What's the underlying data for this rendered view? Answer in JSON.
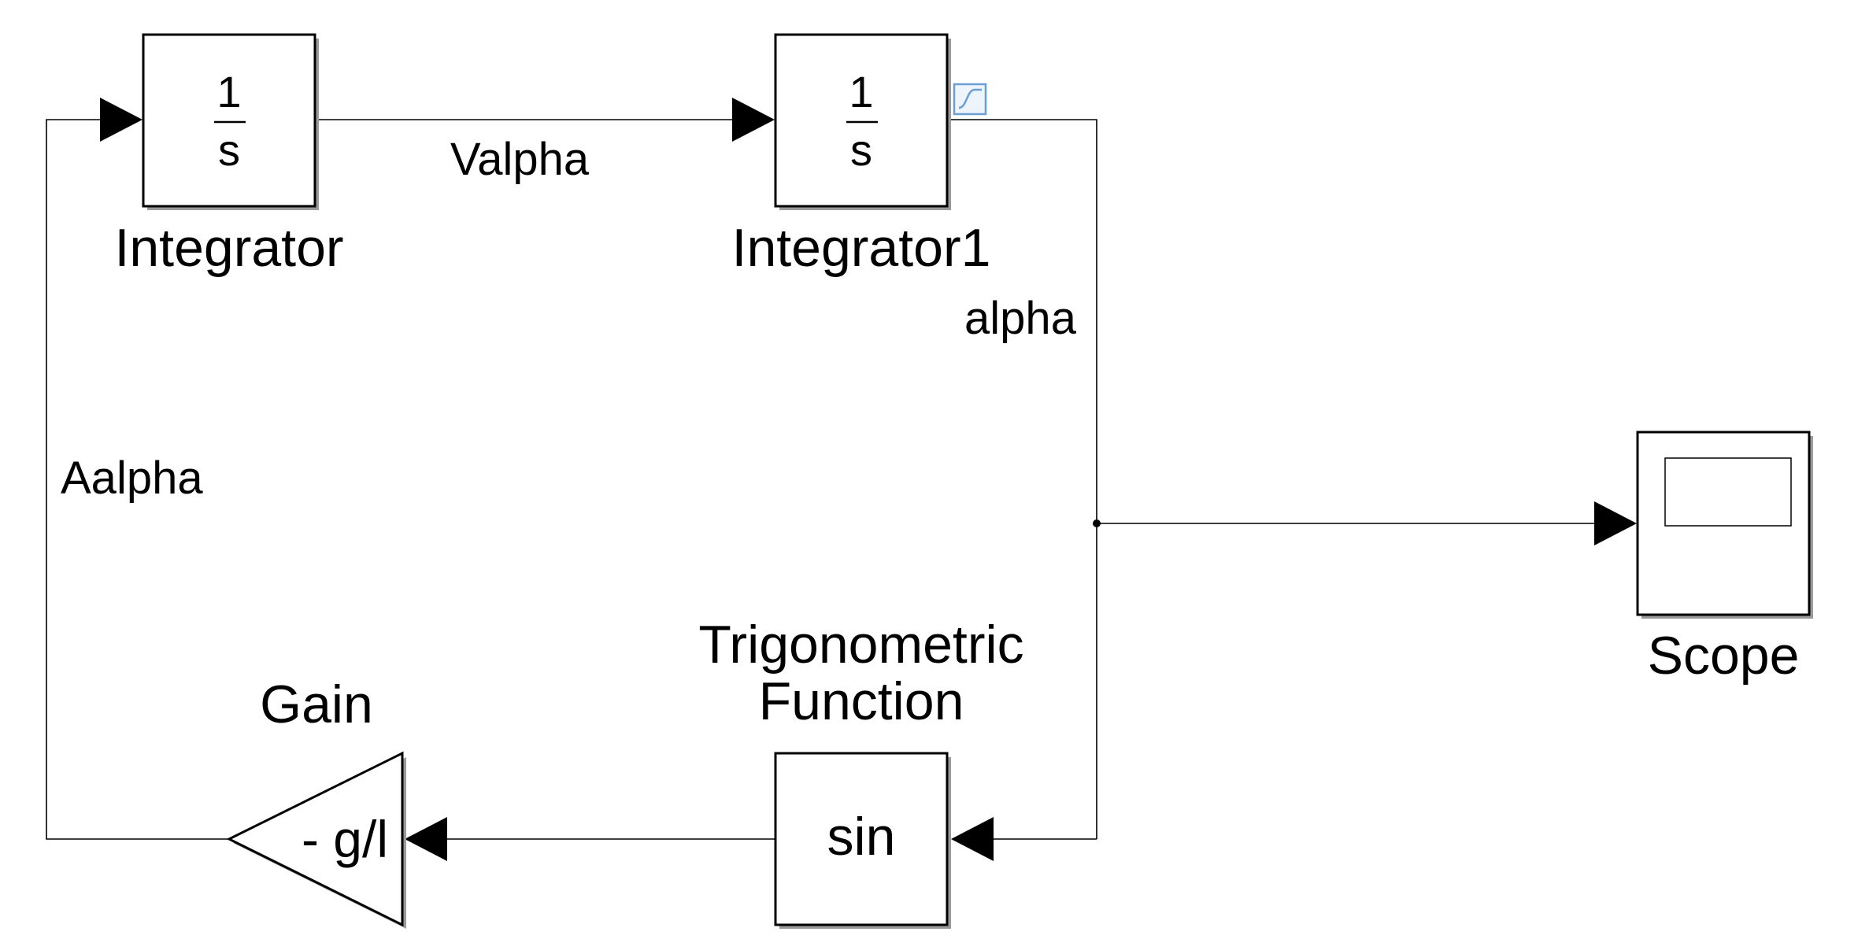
{
  "blocks": {
    "integrator": {
      "numerator": "1",
      "denominator": "s",
      "name": "Integrator"
    },
    "integrator1": {
      "numerator": "1",
      "denominator": "s",
      "name": "Integrator1"
    },
    "scope": {
      "name": "Scope"
    },
    "trig": {
      "fn": "sin",
      "name_line1": "Trigonometric",
      "name_line2": "Function"
    },
    "gain": {
      "value": "- g/l",
      "name": "Gain"
    }
  },
  "signals": {
    "valpha": "Valpha",
    "alpha": "alpha",
    "aalpha": "Aalpha"
  },
  "colors": {
    "line": "#000000",
    "background": "#ffffff",
    "logging_badge": "#6a9fd4"
  },
  "icons": [
    "signal-logging-icon",
    "scope-display-icon"
  ]
}
